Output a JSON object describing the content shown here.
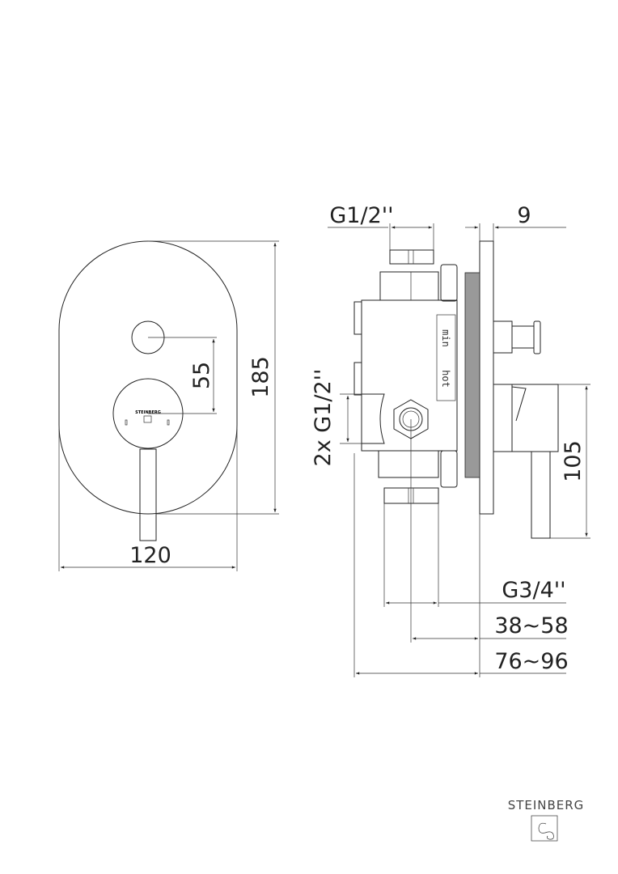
{
  "front_view": {
    "dim_width": "120",
    "dim_height": "185",
    "dim_spacing": "55",
    "handle_brand": "STEINBERG"
  },
  "side_view": {
    "dim_top_inlet": "G1/2''",
    "dim_plate": "9",
    "dim_side_inlets": "2x G1/2''",
    "dim_handle": "105",
    "dim_outlet": "G3/4''",
    "dim_depth_1": "38~58",
    "dim_depth_2": "76~96",
    "label_min": "min",
    "label_hot": "hot"
  },
  "logo": {
    "text": "STEINBERG"
  }
}
